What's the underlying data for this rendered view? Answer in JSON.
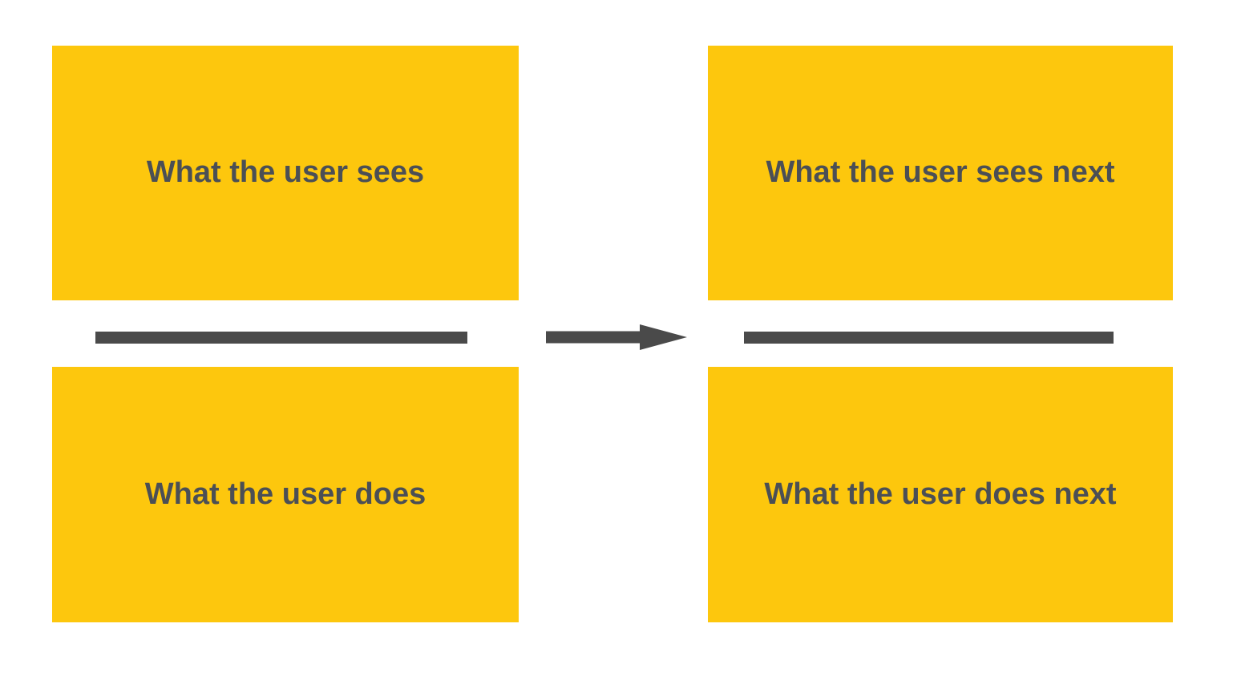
{
  "flow": {
    "steps": [
      {
        "screen_label": "What the user sees",
        "action_label": "What the user does"
      },
      {
        "screen_label": "What the user sees next",
        "action_label": "What the user does next"
      }
    ]
  },
  "icons": {
    "connector": "arrow-right-icon"
  },
  "colors": {
    "box_fill": "#FDC70D",
    "bar": "#4A4A4A",
    "text": "#4B4F55",
    "background": "#FFFFFF"
  }
}
